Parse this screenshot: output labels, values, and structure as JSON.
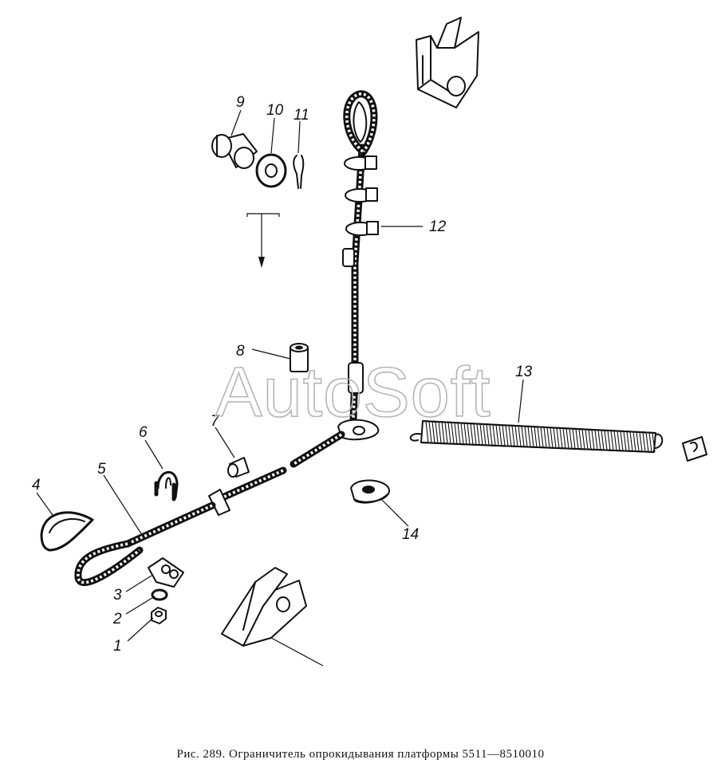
{
  "watermark": "AutoSoft",
  "caption": "Рис. 289. Ограничитель опрокидывания платформы 5511—8510010",
  "callouts": [
    "1",
    "2",
    "3",
    "4",
    "5",
    "6",
    "7",
    "8",
    "9",
    "10",
    "11",
    "12",
    "13",
    "14"
  ]
}
